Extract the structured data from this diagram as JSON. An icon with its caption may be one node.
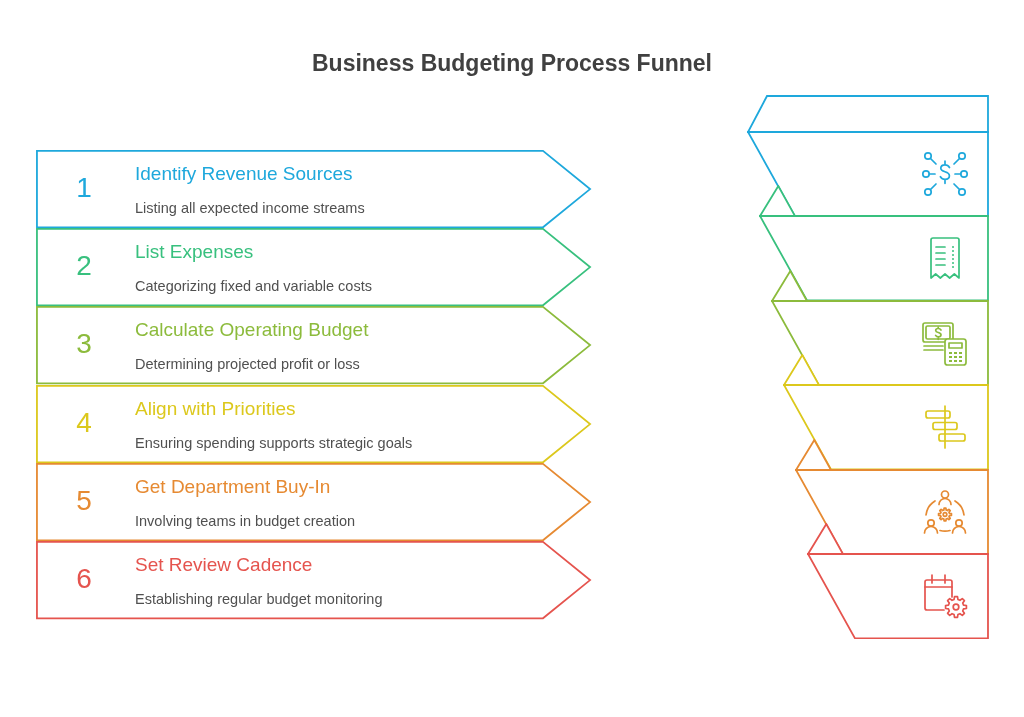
{
  "diagram": {
    "title": "Business Budgeting Process Funnel",
    "nodes": [
      {
        "text": [
          "1",
          "Identify Revenue Sources",
          "Listing all expected income streams"
        ]
      },
      {
        "text": [
          "2",
          "List Expenses",
          "Categorizing fixed and variable costs"
        ]
      },
      {
        "text": [
          "3",
          "Calculate Operating Budget",
          "Determining projected profit or loss"
        ]
      },
      {
        "text": [
          "4",
          "Align with Priorities",
          "Ensuring spending supports strategic goals"
        ]
      },
      {
        "text": [
          "5",
          "Get Department Buy-In",
          "Involving teams in budget creation"
        ]
      },
      {
        "text": [
          "6",
          "Set Review Cadence",
          "Establishing regular budget monitoring"
        ]
      },
      {
        "text": [],
        "shape": "trapezoid"
      },
      {
        "text": [],
        "shape": "trapezoid"
      },
      {
        "text": [],
        "shape": "trapezoid"
      },
      {
        "text": [],
        "shape": "trapezoid"
      },
      {
        "text": [],
        "shape": "trapezoid"
      },
      {
        "text": [],
        "shape": "trapezoid"
      }
    ]
  }
}
